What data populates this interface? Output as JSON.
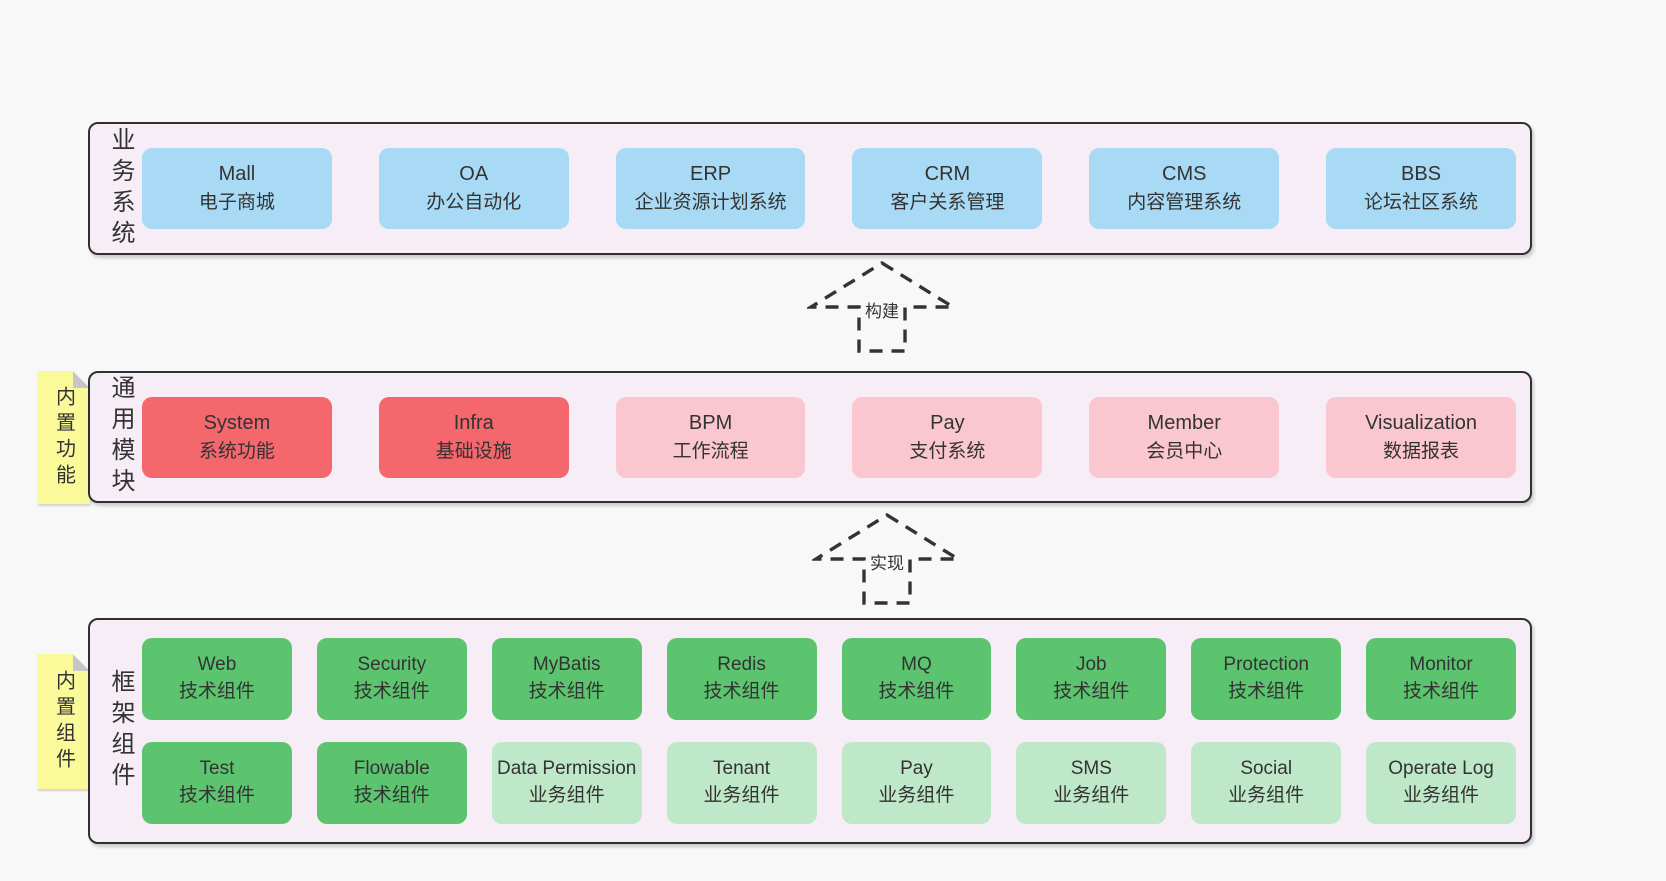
{
  "colors": {
    "page_bg": "#f8f8f8",
    "band_bg": "#f7edf6",
    "band_border": "#303030",
    "box_blue": "#a8daf5",
    "box_red": "#f3676d",
    "box_pink": "#fac6cf",
    "box_green_dark": "#5cc46e",
    "box_green_light": "#bfe8c8",
    "sticky_yellow": "#fbfa9b",
    "sticky_fold_grey": "#c6c6c6",
    "arrow_stroke": "#333333",
    "text": "#333333"
  },
  "business": {
    "label": "业务系统",
    "boxes": [
      {
        "title": "Mall",
        "subtitle": "电子商城"
      },
      {
        "title": "OA",
        "subtitle": "办公自动化"
      },
      {
        "title": "ERP",
        "subtitle": "企业资源计划系统"
      },
      {
        "title": "CRM",
        "subtitle": "客户关系管理"
      },
      {
        "title": "CMS",
        "subtitle": "内容管理系统"
      },
      {
        "title": "BBS",
        "subtitle": "论坛社区系统"
      }
    ]
  },
  "arrow_build": {
    "label": "构建"
  },
  "modules": {
    "sticky": "内置功能",
    "label": "通用模块",
    "boxes": [
      {
        "title": "System",
        "subtitle": "系统功能"
      },
      {
        "title": "Infra",
        "subtitle": "基础设施"
      },
      {
        "title": "BPM",
        "subtitle": "工作流程"
      },
      {
        "title": "Pay",
        "subtitle": "支付系统"
      },
      {
        "title": "Member",
        "subtitle": "会员中心"
      },
      {
        "title": "Visualization",
        "subtitle": "数据报表"
      }
    ]
  },
  "arrow_implement": {
    "label": "实现"
  },
  "components": {
    "sticky": "内置组件",
    "label": "框架组件",
    "row1": [
      {
        "title": "Web",
        "subtitle": "技术组件"
      },
      {
        "title": "Security",
        "subtitle": "技术组件"
      },
      {
        "title": "MyBatis",
        "subtitle": "技术组件"
      },
      {
        "title": "Redis",
        "subtitle": "技术组件"
      },
      {
        "title": "MQ",
        "subtitle": "技术组件"
      },
      {
        "title": "Job",
        "subtitle": "技术组件"
      },
      {
        "title": "Protection",
        "subtitle": "技术组件"
      },
      {
        "title": "Monitor",
        "subtitle": "技术组件"
      }
    ],
    "row2": [
      {
        "title": "Test",
        "subtitle": "技术组件"
      },
      {
        "title": "Flowable",
        "subtitle": "技术组件"
      },
      {
        "title": "Data Permission",
        "subtitle": "业务组件"
      },
      {
        "title": "Tenant",
        "subtitle": "业务组件"
      },
      {
        "title": "Pay",
        "subtitle": "业务组件"
      },
      {
        "title": "SMS",
        "subtitle": "业务组件"
      },
      {
        "title": "Social",
        "subtitle": "业务组件"
      },
      {
        "title": "Operate Log",
        "subtitle": "业务组件"
      }
    ]
  }
}
